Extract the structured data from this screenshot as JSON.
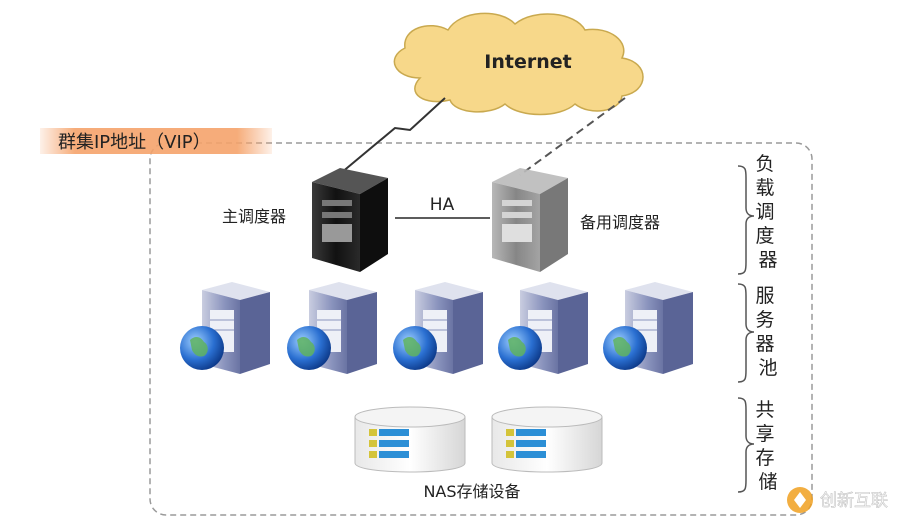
{
  "diagram": {
    "cloud_label": "Internet",
    "vip_label": "群集IP地址（VIP）",
    "primary_label": "主调度器",
    "backup_label": "备用调度器",
    "ha_label": "HA",
    "nas_label": "NAS存储设备",
    "groups": [
      {
        "label": "负载调度器",
        "chars": [
          "负",
          "载",
          "调",
          "度",
          "器"
        ]
      },
      {
        "label": "服务器池",
        "chars": [
          "服",
          "务",
          "器",
          "池"
        ]
      },
      {
        "label": "共享存储",
        "chars": [
          "共",
          "享",
          "存",
          "储"
        ]
      }
    ],
    "server_pool_count": 5,
    "nas_count": 2,
    "watermark_text": "创新互联"
  },
  "colors": {
    "cloud_fill": "#f7d88a",
    "vip_band": "#f5a36b",
    "border": "#999999",
    "primary_server": "#1c1c1c",
    "backup_server": "#8a8a8a",
    "pool_server": "#5a6aa8"
  }
}
